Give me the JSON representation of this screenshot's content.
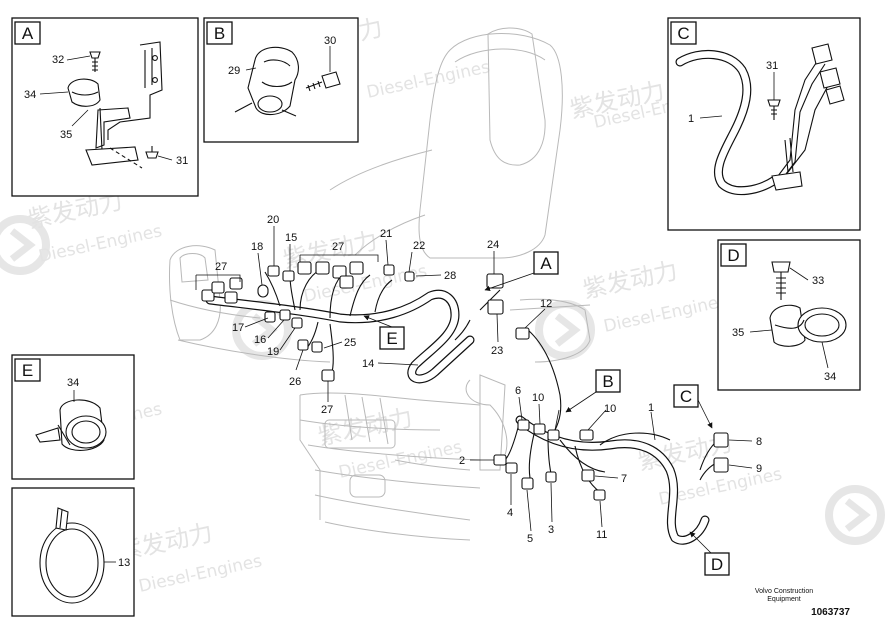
{
  "watermark": {
    "brand_cn": "紫发动力",
    "brand_en": "Diesel-Engines"
  },
  "detail_boxes": {
    "A": {
      "letter": "A",
      "callouts": [
        "32",
        "34",
        "35",
        "31"
      ]
    },
    "B": {
      "letter": "B",
      "callouts": [
        "29",
        "30"
      ]
    },
    "C": {
      "letter": "C",
      "callouts": [
        "31",
        "1"
      ]
    },
    "D": {
      "letter": "D",
      "callouts": [
        "33",
        "35",
        "34"
      ]
    },
    "E": {
      "letter": "E",
      "callouts": [
        "34"
      ]
    },
    "tie": {
      "callouts": [
        "13"
      ]
    }
  },
  "main_callouts": {
    "c27a": "27",
    "c20": "20",
    "c18": "18",
    "c15": "15",
    "c27b": "27",
    "c21": "21",
    "c22": "22",
    "c28": "28",
    "c24": "24",
    "c17": "17",
    "c16": "16",
    "c19": "19",
    "c25": "25",
    "c26": "26",
    "c27c": "27",
    "c14": "14",
    "c23": "23",
    "c12": "12",
    "c6": "6",
    "c10a": "10",
    "c10b": "10",
    "c1": "1",
    "c8": "8",
    "c9": "9",
    "c2": "2",
    "c7": "7",
    "c4": "4",
    "c5": "5",
    "c3": "3",
    "c11": "11"
  },
  "view_markers": {
    "A": "A",
    "E": "E",
    "B": "B",
    "C": "C",
    "D": "D"
  },
  "footer": {
    "brand_line1": "Volvo Construction",
    "brand_line2": "Equipment",
    "ref_number": "1063737"
  }
}
